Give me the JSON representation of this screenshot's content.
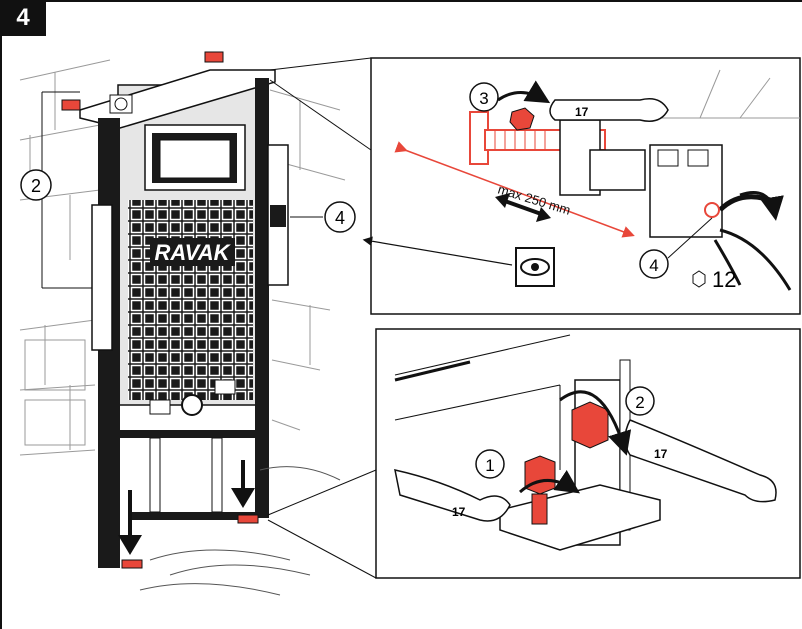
{
  "step": {
    "number": "4"
  },
  "colors": {
    "accent": "#e8473a",
    "ink": "#111111",
    "wall": "#9a9a9a",
    "frame_dark": "#1a1a1a"
  },
  "main_illustration": {
    "brand_label": "RAVAK",
    "callouts": [
      {
        "id": "left",
        "label": "2"
      },
      {
        "id": "right",
        "label": "4"
      }
    ],
    "arrows": [
      "down-arrow-left-foot",
      "down-arrow-right-foot"
    ]
  },
  "detail_top": {
    "callouts": [
      {
        "label": "3"
      },
      {
        "label": "4"
      }
    ],
    "dimension_label": "max 250 mm",
    "wrench_size": "17",
    "hex_size": "12",
    "icons": [
      "eye-icon",
      "hexagon-icon",
      "double-arrow-icon"
    ]
  },
  "detail_bottom": {
    "callouts": [
      {
        "label": "1"
      },
      {
        "label": "2"
      }
    ],
    "wrench_size_left": "17",
    "wrench_size_right": "17"
  }
}
